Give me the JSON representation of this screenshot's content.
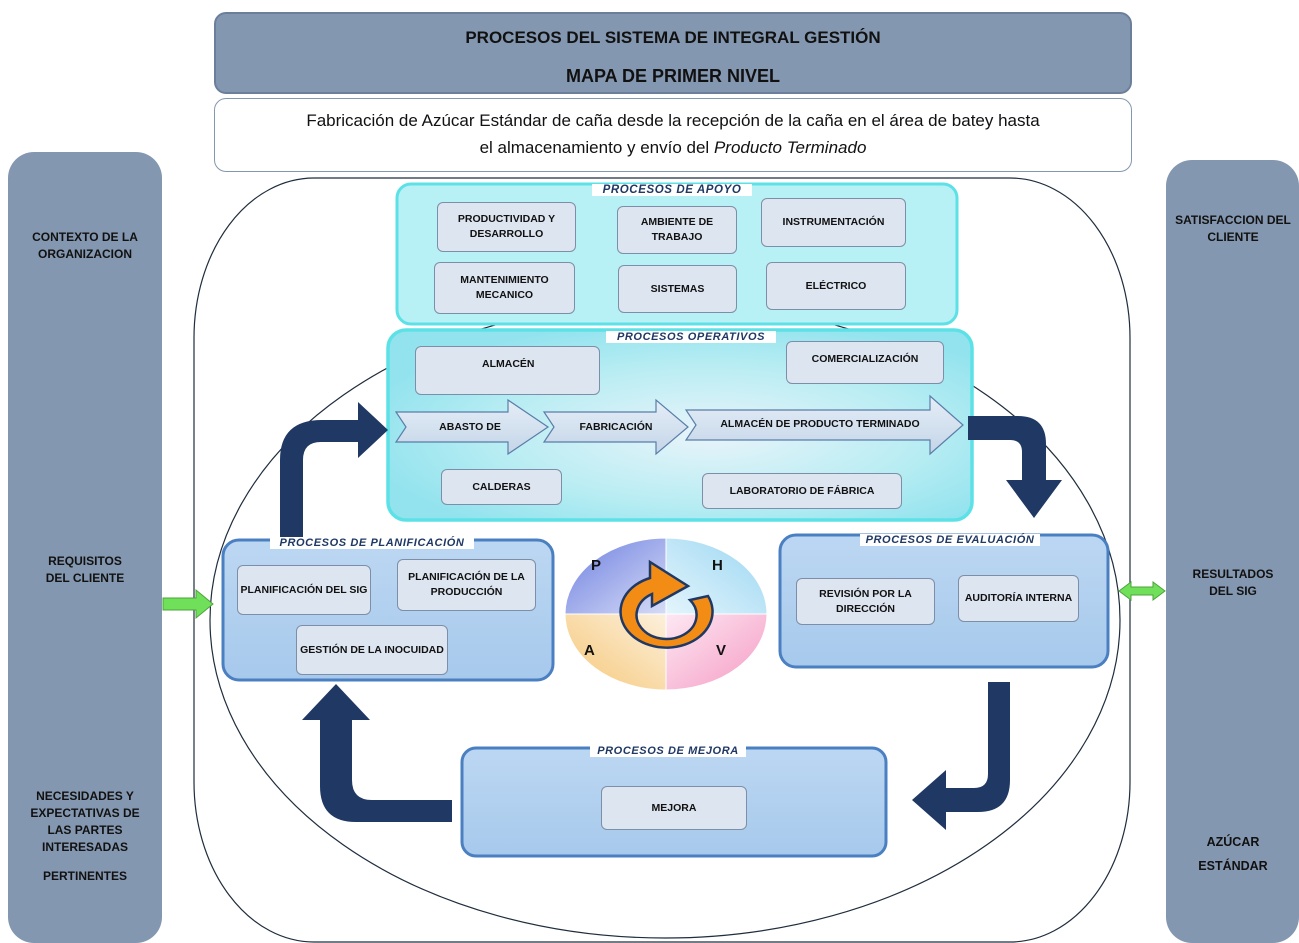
{
  "header": {
    "title": "PROCESOS DEL SISTEMA DE INTEGRAL GESTIÓN",
    "subtitle": "MAPA DE PRIMER NIVEL"
  },
  "scope": {
    "line1": "Fabricación de Azúcar Estándar de caña desde la recepción de la caña en el área de batey hasta",
    "line2_prefix": "el almacenamiento y envío del ",
    "line2_italic": "Producto Terminado"
  },
  "inputs": {
    "context": "CONTEXTO DE LA ORGANIZACION",
    "requirements": "REQUISITOS DEL CLIENTE",
    "needs": "NECESIDADES Y EXPECTATIVAS DE LAS PARTES INTERESADAS",
    "pertinent": "PERTINENTES"
  },
  "outputs": {
    "satisfaction": "SATISFACCION DEL CLIENTE",
    "results": "RESULTADOS DEL SIG",
    "product": "AZÚCAR ESTÁNDAR"
  },
  "apoyo": {
    "label": "PROCESOS DE APOYO",
    "items": [
      "PRODUCTIVIDAD Y DESARROLLO",
      "AMBIENTE DE TRABAJO",
      "INSTRUMENTACIÓN",
      "MANTENIMIENTO MECANICO",
      "SISTEMAS",
      "ELÉCTRICO"
    ]
  },
  "operativos": {
    "label": "PROCESOS OPERATIVOS",
    "almacen": "ALMACÉN",
    "comercializacion": "COMERCIALIZACIÓN",
    "flow": [
      "ABASTO DE",
      "FABRICACIÓN",
      "ALMACÉN DE PRODUCTO TERMINADO"
    ],
    "calderas": "CALDERAS",
    "laboratorio": "LABORATORIO DE FÁBRICA"
  },
  "planificacion": {
    "label": "PROCESOS DE PLANIFICACIÓN",
    "items": [
      "PLANIFICACIÓN DEL SIG",
      "PLANIFICACIÓN DE LA PRODUCCIÓN",
      "GESTIÓN DE LA INOCUIDAD"
    ]
  },
  "evaluacion": {
    "label": "PROCESOS DE EVALUACIÓN",
    "items": [
      "REVISIÓN POR LA DIRECCIÓN",
      "AUDITORÍA INTERNA"
    ]
  },
  "mejora": {
    "label": "PROCESOS DE MEJORA",
    "items": [
      "MEJORA"
    ]
  },
  "pdca": {
    "p": "P",
    "h": "H",
    "a": "A",
    "v": "V"
  },
  "colors": {
    "column": "#8497b0",
    "process_group": "#9dc3e6",
    "support_group": "#b7f0f5",
    "arrow": "#1f3864",
    "cyan_border": "#5ce1e6",
    "green_arrow": "#70e05a"
  }
}
